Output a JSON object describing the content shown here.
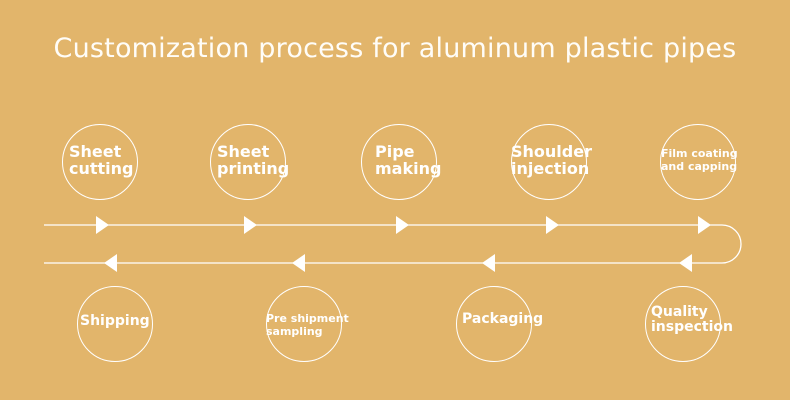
{
  "title": "Customization process for aluminum plastic pipes",
  "steps": [
    {
      "label": "Sheet\ncutting"
    },
    {
      "label": "Sheet\nprinting"
    },
    {
      "label": "Pipe\nmaking"
    },
    {
      "label": "Shoulder\ninjection"
    },
    {
      "label": "Film coating\nand capping"
    },
    {
      "label": "Quality\ninspection"
    },
    {
      "label": "Packaging"
    },
    {
      "label": "Pre shipment\nsampling"
    },
    {
      "label": "Shipping"
    }
  ],
  "colors": {
    "background": "#e2b56b",
    "foreground": "#ffffff"
  }
}
